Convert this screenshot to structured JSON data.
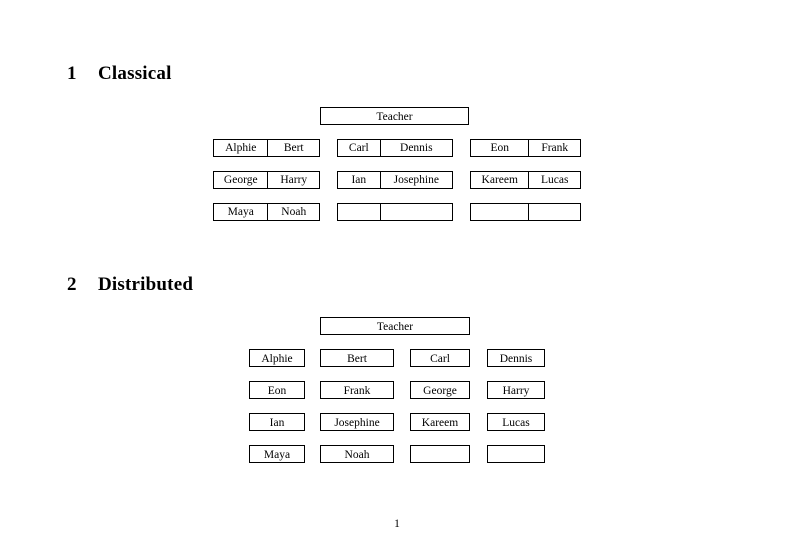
{
  "document": {
    "page_number": "1",
    "sections": [
      {
        "number": "1",
        "title": "Classical",
        "layout": "paired",
        "root": {
          "label": "Teacher"
        },
        "groups": [
          {
            "name": "group-left",
            "rows": [
              {
                "left": "Alphie",
                "right": "Bert"
              },
              {
                "left": "George",
                "right": "Harry"
              },
              {
                "left": "Maya",
                "right": "Noah"
              }
            ]
          },
          {
            "name": "group-middle",
            "rows": [
              {
                "left": "Carl",
                "right": "Dennis"
              },
              {
                "left": "Ian",
                "right": "Josephine"
              },
              {
                "left": "",
                "right": ""
              }
            ]
          },
          {
            "name": "group-right",
            "rows": [
              {
                "left": "Eon",
                "right": "Frank"
              },
              {
                "left": "Kareem",
                "right": "Lucas"
              },
              {
                "left": "",
                "right": ""
              }
            ]
          }
        ]
      },
      {
        "number": "2",
        "title": "Distributed",
        "layout": "grid",
        "root": {
          "label": "Teacher"
        },
        "rows": [
          [
            "Alphie",
            "Bert",
            "Carl",
            "Dennis"
          ],
          [
            "Eon",
            "Frank",
            "George",
            "Harry"
          ],
          [
            "Ian",
            "Josephine",
            "Kareem",
            "Lucas"
          ],
          [
            "Maya",
            "Noah",
            "",
            ""
          ]
        ]
      }
    ]
  },
  "colors": {
    "page_background": "#ffffff",
    "text": "#000000",
    "border": "#000000"
  }
}
